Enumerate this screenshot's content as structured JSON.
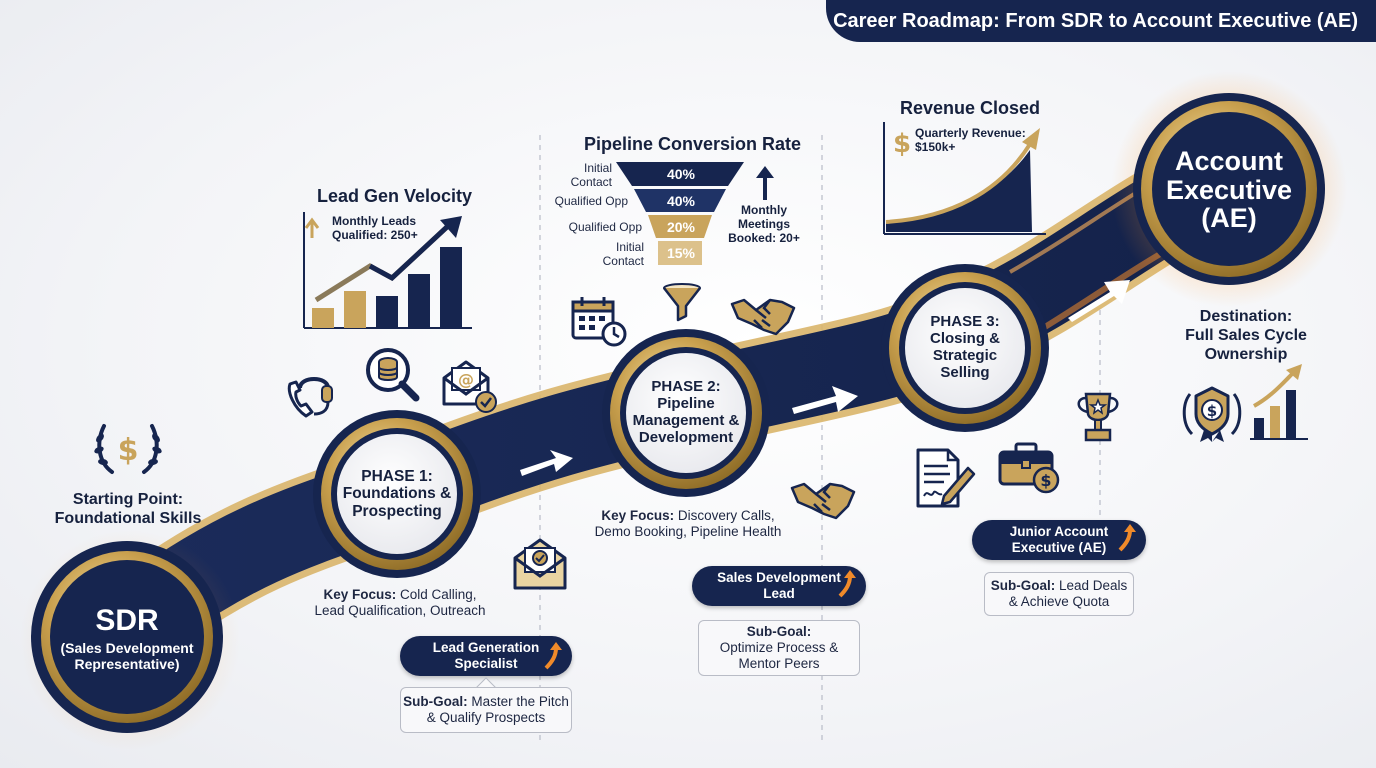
{
  "header": {
    "title": "Career Roadmap: From SDR to Account Executive (AE)"
  },
  "start": {
    "circle_title": "SDR",
    "circle_subtitle": "(Sales Development Representative)",
    "caption_line1": "Starting Point:",
    "caption_line2": "Foundational Skills"
  },
  "phase1": {
    "line1": "PHASE 1:",
    "line2": "Foundations &",
    "line3": "Prospecting",
    "focus_label": "Key Focus:",
    "focus_text1": " Cold Calling,",
    "focus_text2": "Lead Qualification, Outreach",
    "role_line1": "Lead Generation",
    "role_line2": "Specialist",
    "subgoal_label": "Sub-Goal:",
    "subgoal_text1": " Master the Pitch",
    "subgoal_text2": "& Qualify Prospects"
  },
  "phase2": {
    "line1": "PHASE 2:",
    "line2": "Pipeline",
    "line3": "Management &",
    "line4": "Development",
    "focus_label": "Key Focus:",
    "focus_text1": " Discovery Calls,",
    "focus_text2": "Demo Booking, Pipeline Health",
    "role_line1": "Sales Development",
    "role_line2": "Lead",
    "subgoal_label": "Sub-Goal:",
    "subgoal_text1": "Optimize Process &",
    "subgoal_text2": "Mentor Peers"
  },
  "phase3": {
    "line1": "PHASE 3:",
    "line2": "Closing &",
    "line3": "Strategic",
    "line4": "Selling",
    "role_line1": "Junior Account",
    "role_line2": "Executive (AE)",
    "subgoal_label": "Sub-Goal:",
    "subgoal_text1": " Lead Deals",
    "subgoal_text2": "& Achieve Quota"
  },
  "destination": {
    "line1": "Account",
    "line2": "Executive",
    "line3": "(AE)",
    "caption_line1": "Destination:",
    "caption_line2": "Full Sales Cycle",
    "caption_line3": "Ownership"
  },
  "lead_gen_chart": {
    "title": "Lead Gen Velocity",
    "note_line1": "Monthly Leads",
    "note_line2": "Qualified: 250+"
  },
  "funnel": {
    "title": "Pipeline Conversion Rate",
    "stages": [
      {
        "label1": "Initial",
        "label2": "Contact",
        "value": "40%"
      },
      {
        "label1": "Qualified Opp",
        "label2": "",
        "value": "40%"
      },
      {
        "label1": "Qualified Opp",
        "label2": "",
        "value": "20%"
      },
      {
        "label1": "Initial",
        "label2": "Contact",
        "value": "15%"
      }
    ],
    "side_note_line1": "Monthly",
    "side_note_line2": "Meetings",
    "side_note_line3": "Booked: 20+"
  },
  "revenue_chart": {
    "title": "Revenue Closed",
    "note_line1": "Quarterly Revenue:",
    "note_line2": "$150k+"
  },
  "colors": {
    "navy": "#16254f",
    "gold": "#c9a45c",
    "orange": "#f08a2a"
  },
  "icons": [
    "laurel-dollar-icon",
    "headset-icon",
    "database-search-icon",
    "email-check-icon",
    "envelope-check-icon",
    "calendar-clock-icon",
    "funnel-icon",
    "handshake-icon",
    "contract-signature-icon",
    "briefcase-dollar-icon",
    "trophy-icon",
    "award-dollar-icon",
    "growth-bars-icon"
  ]
}
